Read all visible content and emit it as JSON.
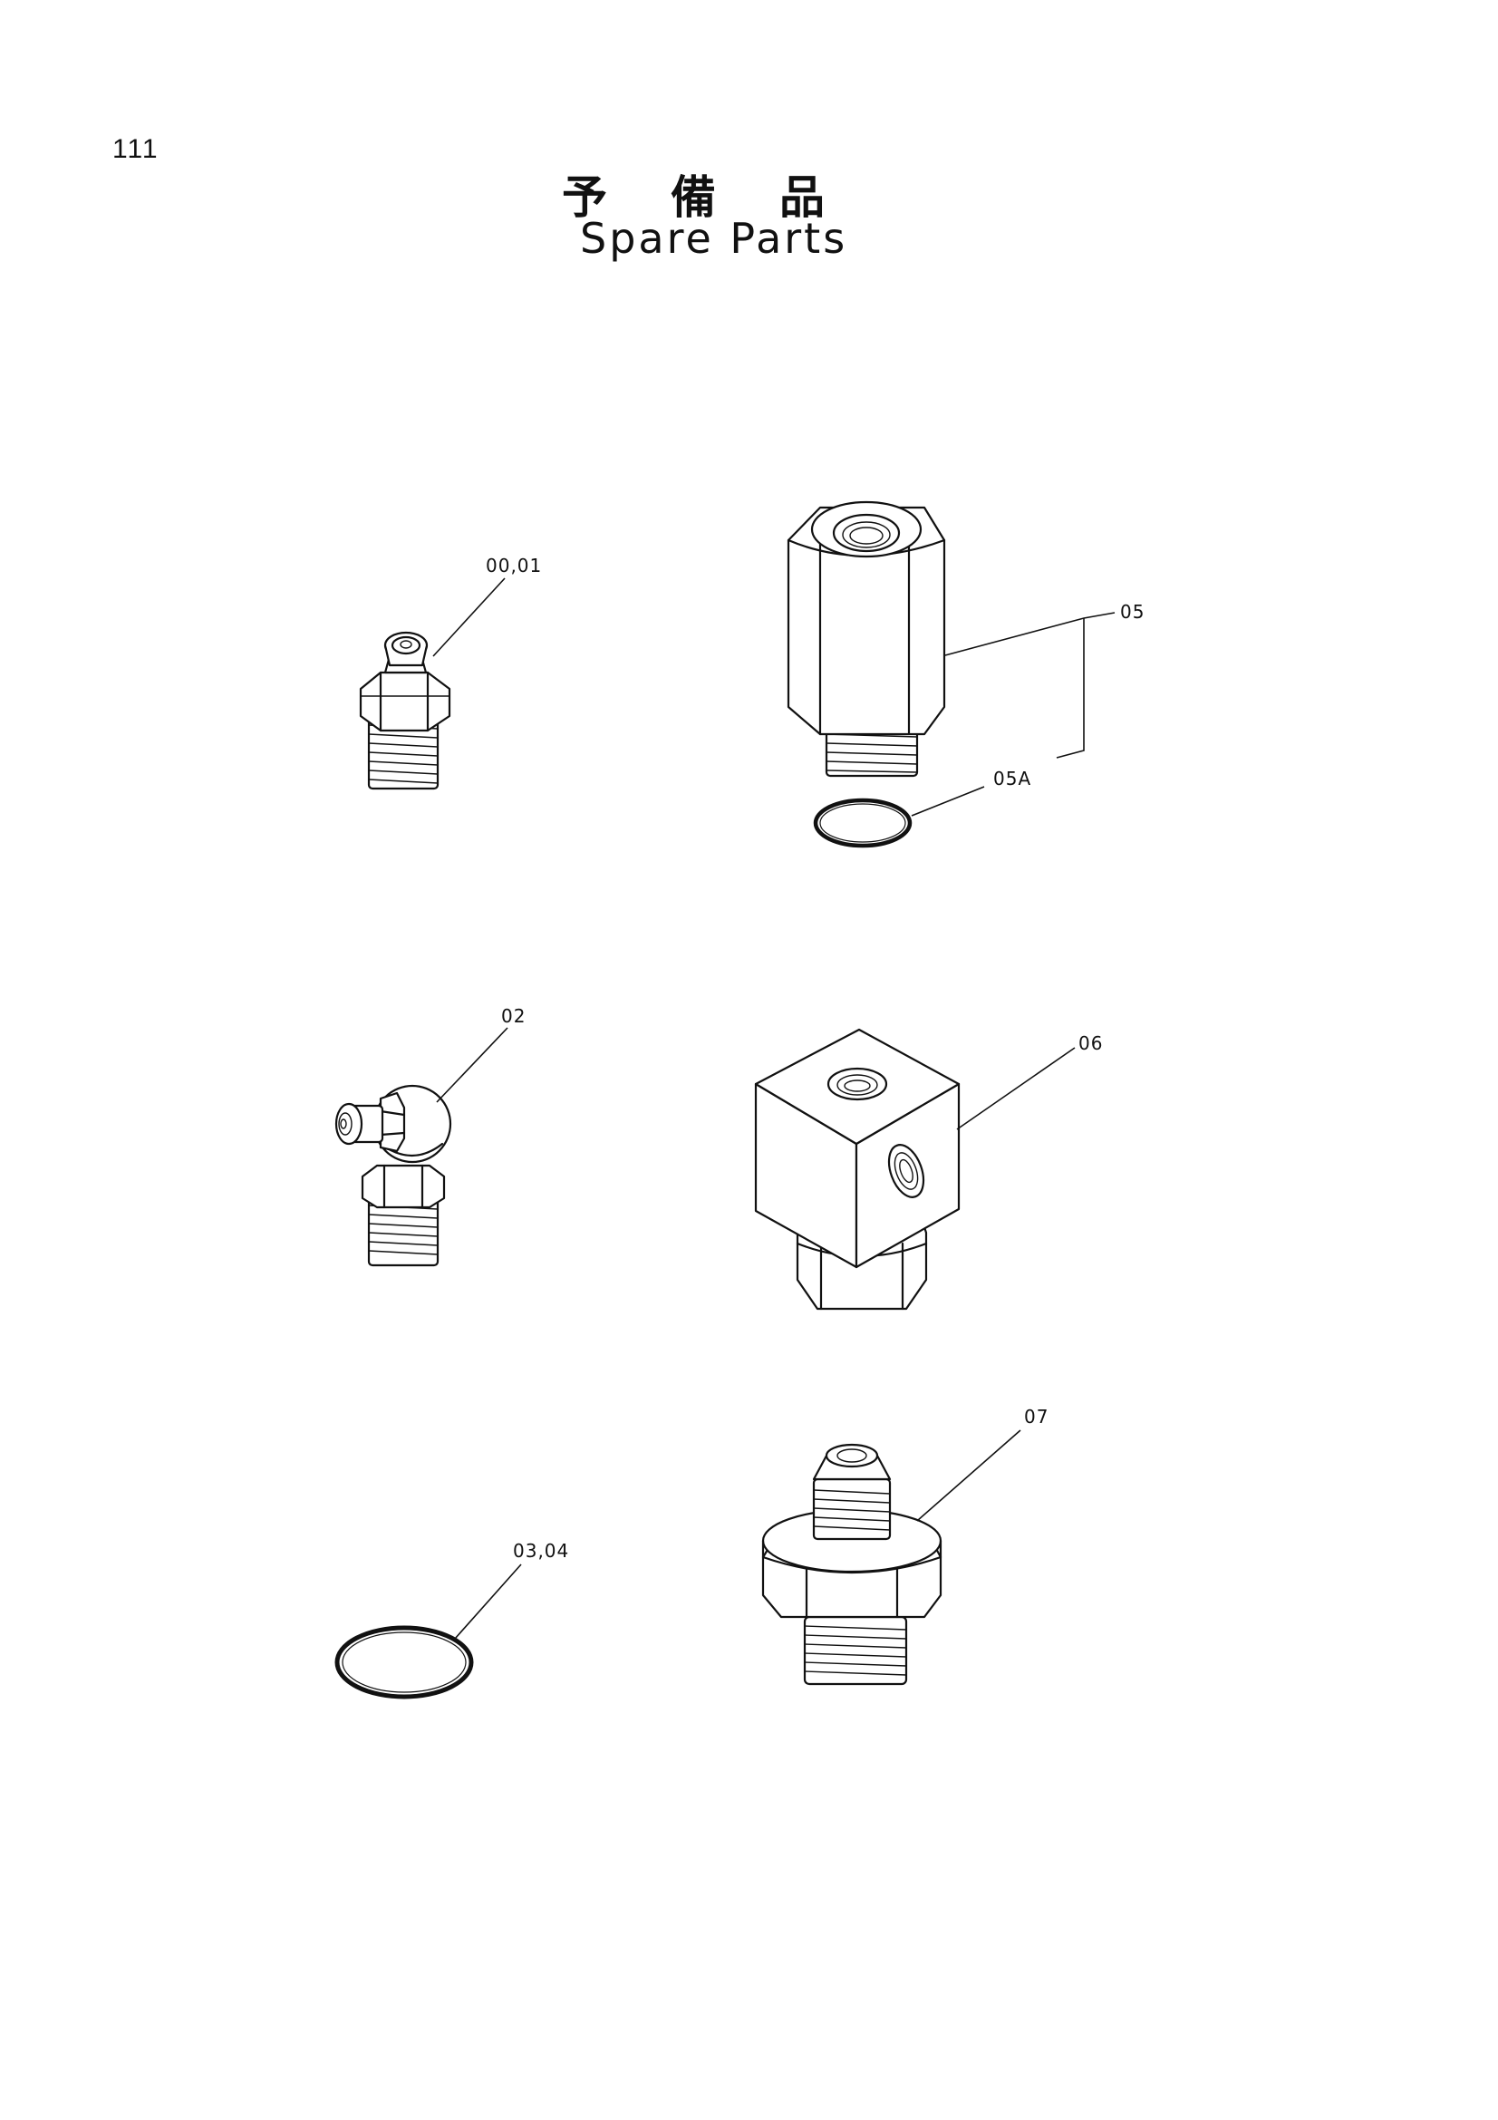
{
  "header": {
    "page_number": "111",
    "title_jp": "予備品",
    "title_en": "Spare Parts"
  },
  "callouts": {
    "grease_nipple_straight": "00,01",
    "adapter_hex": "05",
    "o_ring_small": "05A",
    "grease_nipple_elbow": "02",
    "tee_block": "06",
    "o_ring_large": "03,04",
    "union_adapter": "07"
  }
}
